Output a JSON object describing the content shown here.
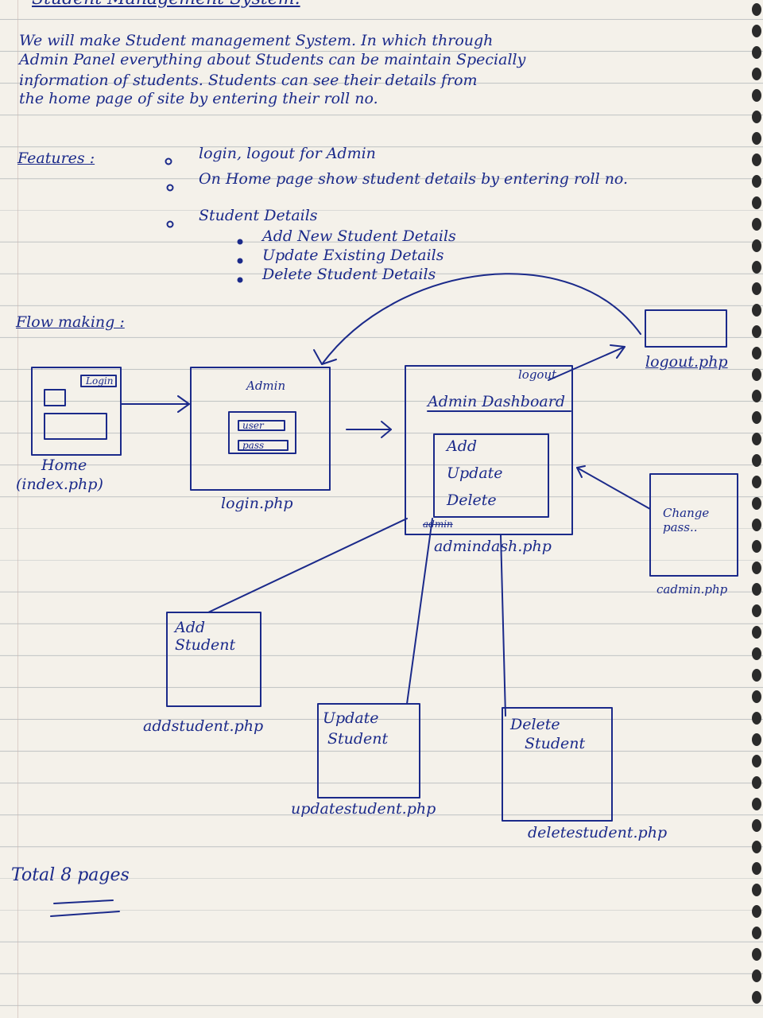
{
  "header": {
    "title": "Student Management System.",
    "intro_lines": [
      "We will make Student management System. In which through",
      "Admin Panel everything about Students can be maintain Specially",
      "information of students. Students can see their details from",
      "the home page of site by entering their roll no."
    ]
  },
  "features": {
    "heading": "Features :",
    "items": [
      "login, logout for Admin",
      "On Home page show student details by entering roll no.",
      "Student Details"
    ],
    "sub_items": [
      "Add New Student Details",
      "Update Existing Details",
      "Delete Student Details"
    ]
  },
  "flow": {
    "heading": "Flow making :",
    "home": {
      "box_tag": "Login",
      "label": "Home",
      "file": "(index.php)"
    },
    "login": {
      "title": "Admin",
      "field_user": "user",
      "field_pass": "pass",
      "file": "login.php"
    },
    "dashboard": {
      "logout": "logout",
      "title": "Admin Dashboard",
      "menu": [
        "Add",
        "Update",
        "Delete"
      ],
      "admin_mark": "admin",
      "file": "admindash.php"
    },
    "logout_page": {
      "file": "logout.php"
    },
    "change_pass": {
      "text": "Change pass..",
      "file": "cadmin.php"
    },
    "add_student": {
      "title_1": "Add",
      "title_2": "Student",
      "file": "addstudent.php"
    },
    "update_student": {
      "title_1": "Update",
      "title_2": "Student",
      "file": "updatestudent.php"
    },
    "delete_student": {
      "title_1": "Delete",
      "title_2": "Student",
      "file": "deletestudent.php"
    }
  },
  "footer": {
    "total": "Total 8 pages"
  },
  "colors": {
    "ink": "#1b2a8a",
    "paper": "#f4f1ea",
    "rule": "#9aa2a8"
  }
}
